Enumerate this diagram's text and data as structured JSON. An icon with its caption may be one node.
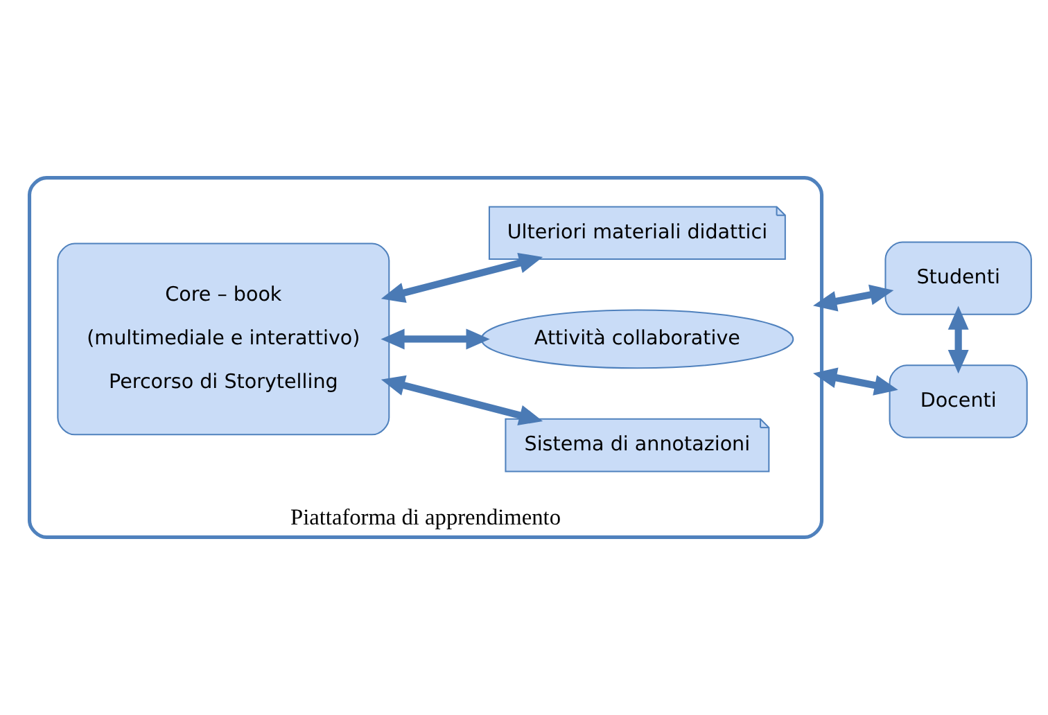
{
  "diagram": {
    "nodes": [
      {
        "text": [
          "Piattaforma di apprendimento"
        ]
      },
      {
        "text": [
          "Core – book",
          "(multimediale e interattivo)",
          "Percorso di Storytelling"
        ],
        "in": 0
      },
      {
        "text": [
          "Sistema di annotazioni"
        ],
        "in": 0
      },
      {
        "text": [
          "Attività collaborative"
        ],
        "in": 0
      },
      {
        "text": [
          "Ulteriori materiali didattici"
        ],
        "in": 0
      },
      {
        "text": [
          "Studenti"
        ]
      },
      {
        "text": [
          "Docenti"
        ]
      }
    ],
    "edges": [
      {
        "from": 1,
        "to": 2,
        "arrow": "both"
      },
      {
        "from": 1,
        "to": 3,
        "arrow": "both"
      },
      {
        "from": 1,
        "to": 4,
        "arrow": "both"
      },
      {
        "from": 0,
        "to": 5,
        "arrow": "both"
      },
      {
        "from": 5,
        "to": 6,
        "arrow": "both"
      },
      {
        "from": 0,
        "to": 6,
        "arrow": "both"
      }
    ]
  }
}
